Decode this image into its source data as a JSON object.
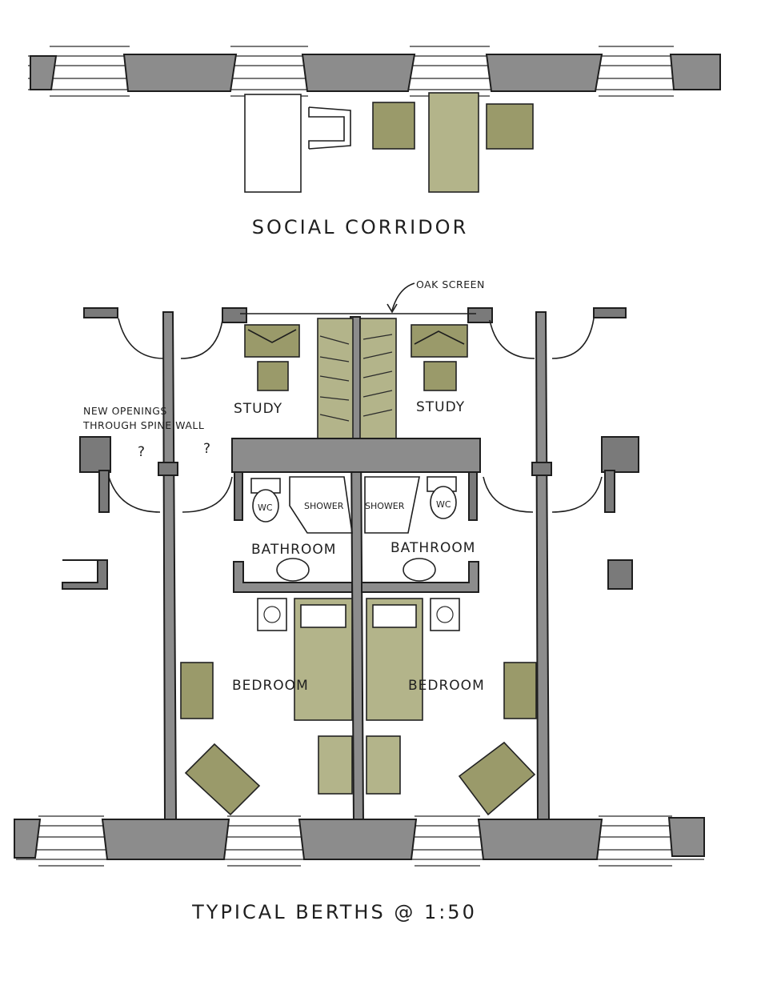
{
  "drawing": {
    "title_top": "SOCIAL CORRIDOR",
    "title_bottom": "TYPICAL BERTHS @ 1:50",
    "note_screen": "OAK SCREEN",
    "note_openings_line1": "NEW OPENINGS",
    "note_openings_line2": "THROUGH SPINE WALL",
    "q1": "?",
    "q2": "?",
    "rooms": {
      "study_left": "STUDY",
      "study_right": "STUDY",
      "shower_left": "SHOWER",
      "shower_right": "SHOWER",
      "wc_left": "WC",
      "wc_right": "WC",
      "bathroom_left": "BATHROOM",
      "bathroom_right": "BATHROOM",
      "bedroom_left": "BEDROOM",
      "bedroom_right": "BEDROOM"
    }
  },
  "colors": {
    "wall": "#8c8c8c",
    "furniture": "#9a9a6a",
    "ink": "#1e1e1e",
    "paper": "#ffffff"
  }
}
